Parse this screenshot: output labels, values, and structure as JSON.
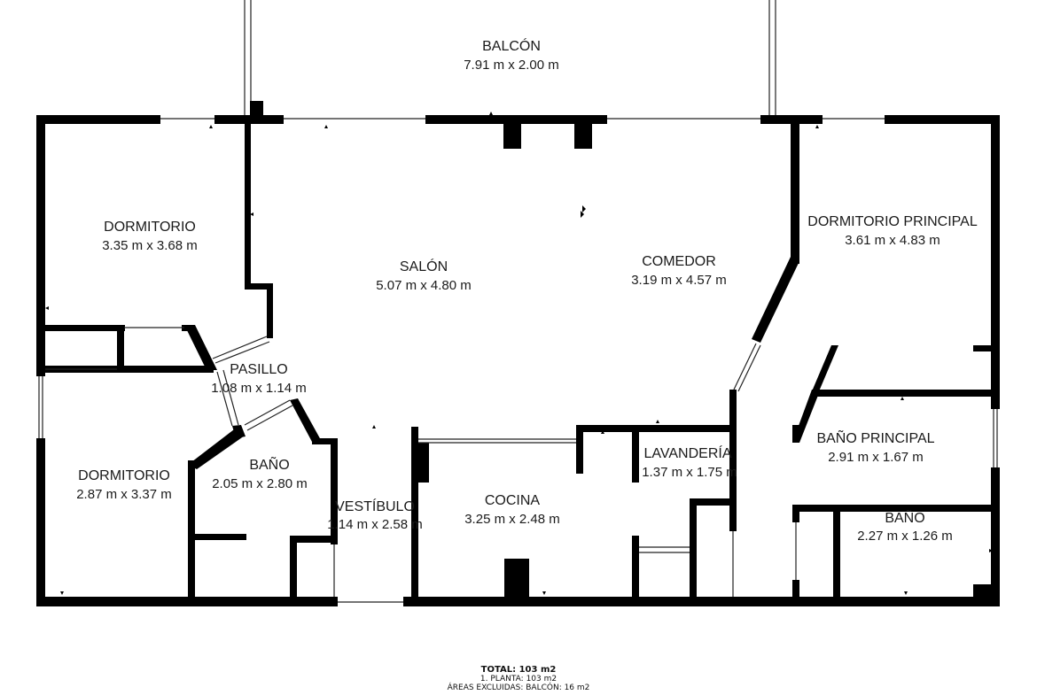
{
  "rooms": {
    "balcony": {
      "name": "BALCÓN",
      "dims": "7.91 m x 2.00 m"
    },
    "bedroom1": {
      "name": "DORMITORIO",
      "dims": "3.35 m x 3.68 m"
    },
    "living": {
      "name": "SALÓN",
      "dims": "5.07 m x 4.80 m"
    },
    "dining": {
      "name": "COMEDOR",
      "dims": "3.19 m x 4.57 m"
    },
    "master_bedroom": {
      "name": "DORMITORIO PRINCIPAL",
      "dims": "3.61 m x 4.83 m"
    },
    "hallway": {
      "name": "PASILLO",
      "dims": "1.08 m x 1.14 m"
    },
    "bedroom2": {
      "name": "DORMITORIO",
      "dims": "2.87 m x 3.37 m"
    },
    "bathroom1": {
      "name": "BAÑO",
      "dims": "2.05 m x 2.80 m"
    },
    "foyer": {
      "name": "VESTÍBULO",
      "dims": "1.14 m x 2.58 m"
    },
    "kitchen": {
      "name": "COCINA",
      "dims": "3.25 m x 2.48 m"
    },
    "laundry": {
      "name": "LAVANDERÍA",
      "dims": "1.37 m x 1.75 m"
    },
    "master_bath": {
      "name": "BAÑO PRINCIPAL",
      "dims": "2.91 m x 1.67 m"
    },
    "bathroom2": {
      "name": "BAÑO",
      "dims": "2.27 m x 1.26 m"
    }
  },
  "summary": {
    "total": "TOTAL: 103 m2",
    "floor": "1. PLANTA: 103 m2",
    "excluded": "ÁREAS EXCLUIDAS: BALCÓN: 16 m2"
  }
}
